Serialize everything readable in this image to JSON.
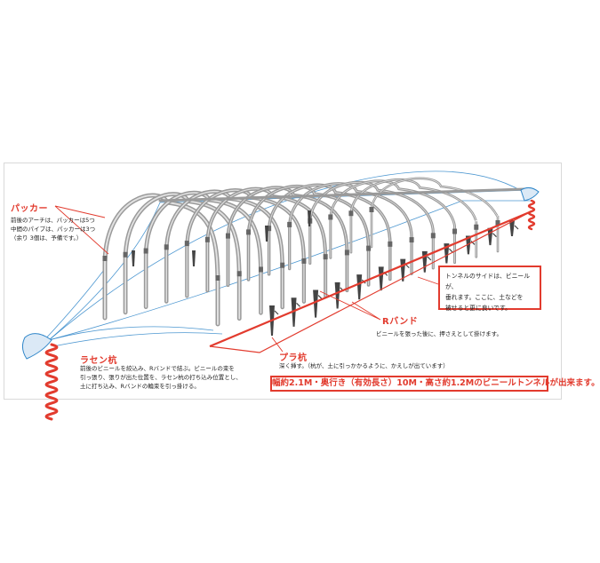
{
  "labels": {
    "packer": {
      "title": "パッカー",
      "lines": [
        "前後のアーチは、パッカーは5つ",
        "中間のパイプは、パッカーは3つ",
        "（余り 3個は、予備です。）"
      ]
    },
    "spiral_stake": {
      "title": "ラセン杭",
      "lines": [
        "前後のビニールを絞込み、Rバンドで結ぶ。ビニールの束を",
        "引っ張り、張りが出た位置を、ラセン杭の打ち込み位置とし、",
        "土に打ち込み、Rバンドの輪束を引っ掛ける。"
      ]
    },
    "r_band": {
      "title": "Rバンド",
      "lines": [
        "ビニールを張った後に、押さえとして掛けます。"
      ]
    },
    "plastic_stake": {
      "title": "プラ杭",
      "lines": [
        "深く挿す。（杭が、土に引っかかるように、かえしが出ています）"
      ]
    },
    "tunnel_side": {
      "lines": [
        "トンネルのサイドは、ビニールが、",
        "垂れます。ここに、土などを",
        "被せると更に良いです。"
      ]
    },
    "summary": "幅約2.1M・奥行き（有効長さ）10M・高さ約1.2Mのビニールトンネルが出来ます。"
  },
  "colors": {
    "accent_red": "#e23b2e",
    "frame_gray": "#9a9a9a",
    "string_blue": "#2f86c9",
    "stake_dark": "#444444"
  }
}
